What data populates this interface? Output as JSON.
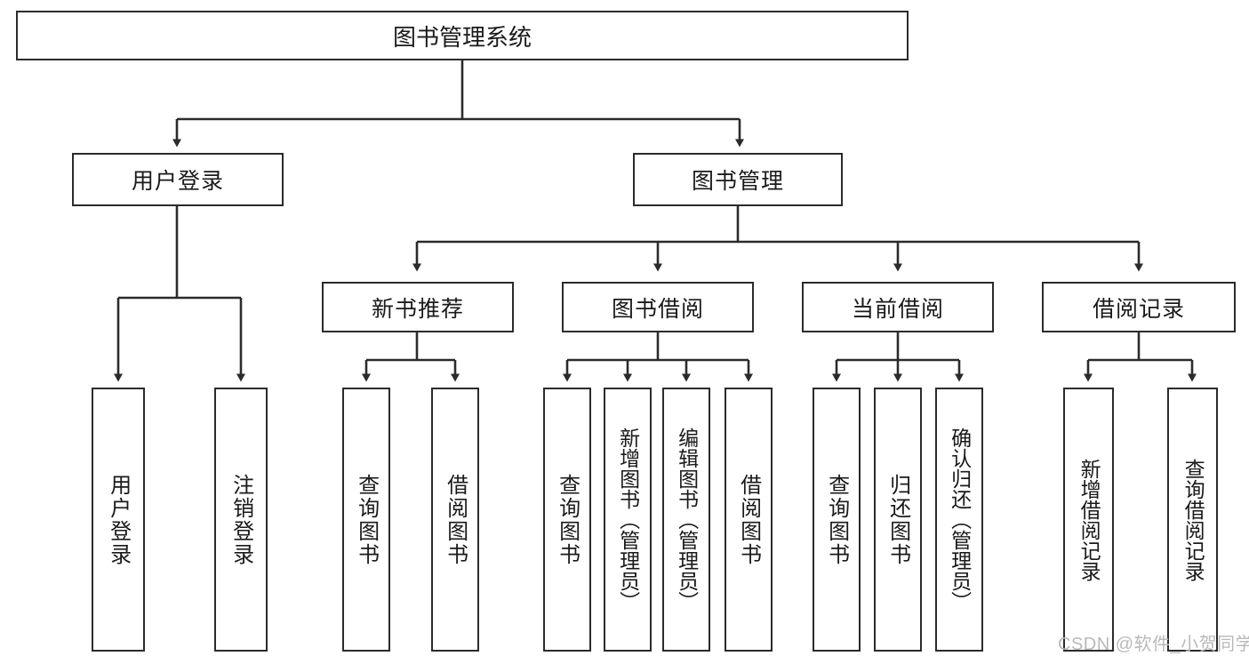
{
  "diagram": {
    "title": "图书管理系统",
    "type": "tree-hierarchy-diagram",
    "root": {
      "id": "root",
      "label": "图书管理系统"
    },
    "level2": [
      {
        "id": "user-login",
        "label": "用户登录"
      },
      {
        "id": "book-management",
        "label": "图书管理"
      }
    ],
    "level3": [
      {
        "id": "new-book-recommend",
        "label": "新书推荐",
        "parent": "book-management"
      },
      {
        "id": "book-borrow",
        "label": "图书借阅",
        "parent": "book-management"
      },
      {
        "id": "current-borrow",
        "label": "当前借阅",
        "parent": "book-management"
      },
      {
        "id": "borrow-record",
        "label": "借阅记录",
        "parent": "book-management"
      }
    ],
    "leaves": [
      {
        "id": "leaf-user-login",
        "label": "用户登录",
        "parent": "user-login"
      },
      {
        "id": "leaf-logout-login",
        "label": "注销登录",
        "parent": "user-login"
      },
      {
        "id": "leaf-query-book-1",
        "label": "查询图书",
        "parent": "new-book-recommend"
      },
      {
        "id": "leaf-borrow-book-1",
        "label": "借阅图书",
        "parent": "new-book-recommend"
      },
      {
        "id": "leaf-query-book-2",
        "label": "查询图书",
        "parent": "book-borrow"
      },
      {
        "id": "leaf-add-book-admin",
        "label": "新增图书（管理员）",
        "parent": "book-borrow"
      },
      {
        "id": "leaf-edit-book-admin",
        "label": "编辑图书（管理员）",
        "parent": "book-borrow"
      },
      {
        "id": "leaf-borrow-book-2",
        "label": "借阅图书",
        "parent": "book-borrow"
      },
      {
        "id": "leaf-query-book-3",
        "label": "查询图书",
        "parent": "current-borrow"
      },
      {
        "id": "leaf-return-book",
        "label": "归还图书",
        "parent": "current-borrow"
      },
      {
        "id": "leaf-confirm-return-admin",
        "label": "确认归还（管理员）",
        "parent": "current-borrow"
      },
      {
        "id": "leaf-add-borrow-record",
        "label": "新增借阅记录",
        "parent": "borrow-record"
      },
      {
        "id": "leaf-query-borrow-record",
        "label": "查询借阅记录",
        "parent": "borrow-record"
      }
    ],
    "watermark": "CSDN @软件_小贺同学",
    "colors": {
      "stroke": "#2b2b2b",
      "fill": "#ffffff",
      "text": "#1a1a1a",
      "watermark": "#b9b9b9"
    }
  }
}
